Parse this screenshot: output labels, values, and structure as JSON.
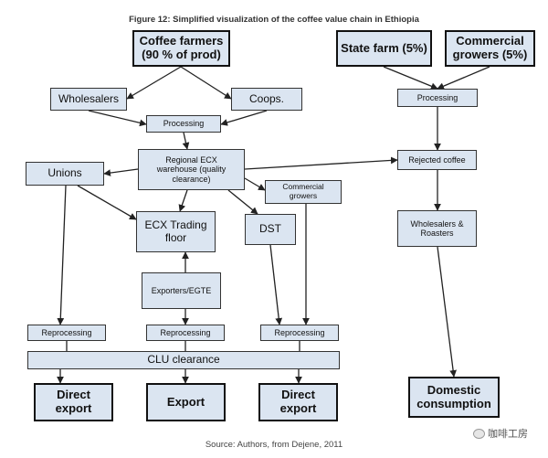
{
  "title": "Figure 12: Simplified visualization of the coffee value chain in Ethiopia",
  "source": "Source: Authors, from Dejene, 2011",
  "watermark": "咖啡工房",
  "nodes": {
    "coffee_farmers": "Coffee farmers\n(90 % of prod)",
    "state_farm": "State farm (5%)",
    "commercial_growers_5": "Commercial\ngrowers (5%)",
    "wholesalers": "Wholesalers",
    "coops": "Coops.",
    "processing_left": "Processing",
    "processing_right": "Processing",
    "regional_ecx": "Regional ECX\nwarehouse (quality\nclearance)",
    "unions": "Unions",
    "commercial_growers": "Commercial\ngrowers",
    "rejected_coffee": "Rejected coffee",
    "ecx_trading_floor": "ECX Trading\nfloor",
    "dst": "DST",
    "wholesalers_roasters": "Wholesalers &\nRoasters",
    "exporters_egte": "Exporters/EGTE",
    "reprocessing_1": "Reprocessing",
    "reprocessing_2": "Reprocessing",
    "reprocessing_3": "Reprocessing",
    "clu_clearance": "CLU clearance",
    "direct_export_1": "Direct\nexport",
    "export": "Export",
    "direct_export_2": "Direct\nexport",
    "domestic_consumption": "Domestic\nconsumption"
  },
  "edges": [
    [
      "coffee_farmers",
      "wholesalers"
    ],
    [
      "coffee_farmers",
      "coops"
    ],
    [
      "wholesalers",
      "processing_left"
    ],
    [
      "coops",
      "processing_left"
    ],
    [
      "processing_left",
      "regional_ecx"
    ],
    [
      "state_farm",
      "processing_right"
    ],
    [
      "commercial_growers_5",
      "processing_right"
    ],
    [
      "processing_right",
      "rejected_coffee"
    ],
    [
      "regional_ecx",
      "unions"
    ],
    [
      "regional_ecx",
      "rejected_coffee"
    ],
    [
      "regional_ecx",
      "commercial_growers"
    ],
    [
      "regional_ecx",
      "ecx_trading_floor"
    ],
    [
      "regional_ecx",
      "dst"
    ],
    [
      "unions",
      "ecx_trading_floor"
    ],
    [
      "unions",
      "reprocessing_1"
    ],
    [
      "rejected_coffee",
      "wholesalers_roasters"
    ],
    [
      "exporters_egte",
      "ecx_trading_floor"
    ],
    [
      "exporters_egte",
      "reprocessing_2"
    ],
    [
      "dst",
      "reprocessing_3"
    ],
    [
      "commercial_growers",
      "reprocessing_3"
    ],
    [
      "wholesalers_roasters",
      "domestic_consumption"
    ],
    [
      "clu_clearance",
      "direct_export_1"
    ],
    [
      "clu_clearance",
      "export"
    ],
    [
      "clu_clearance",
      "direct_export_2"
    ]
  ]
}
